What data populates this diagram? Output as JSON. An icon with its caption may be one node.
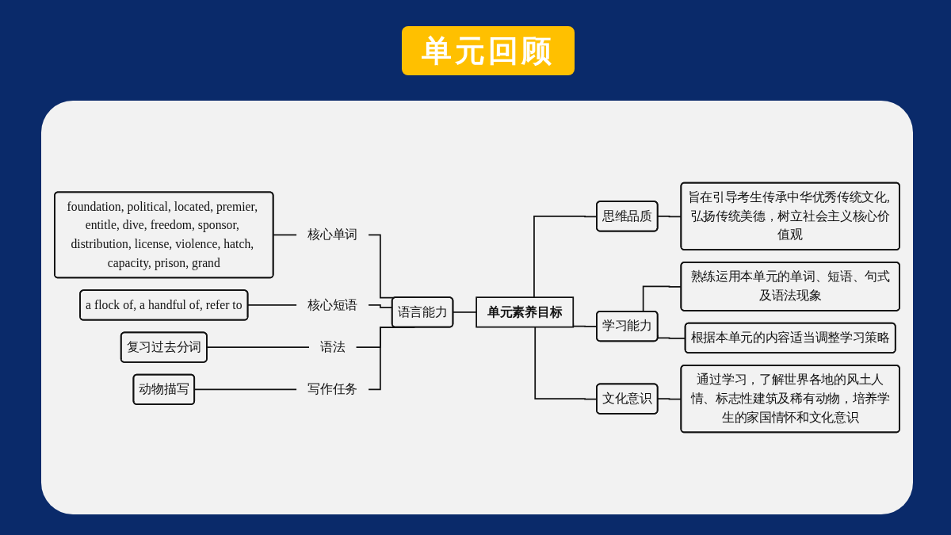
{
  "diagram": {
    "title": "单元回顾",
    "nodes": [
      {
        "text": [
          "单元素养目标"
        ]
      },
      {
        "text": [
          "语言能力"
        ]
      },
      {
        "text": [
          "核心单词"
        ]
      },
      {
        "text": [
          "foundation, political, located, premier, entitle, dive, freedom, sponsor, distribution, license, violence, hatch, capacity, prison, grand"
        ]
      },
      {
        "text": [
          "核心短语"
        ]
      },
      {
        "text": [
          "a flock of, a handful of, refer to"
        ]
      },
      {
        "text": [
          "语法"
        ]
      },
      {
        "text": [
          "复习过去分词"
        ]
      },
      {
        "text": [
          "写作任务"
        ]
      },
      {
        "text": [
          "动物描写"
        ]
      },
      {
        "text": [
          "思维品质"
        ]
      },
      {
        "text": [
          "旨在引导考生传承中华优秀传统文化, 弘扬传统美德，树立社会主义核心价值观"
        ]
      },
      {
        "text": [
          "学习能力"
        ]
      },
      {
        "text": [
          "熟练运用本单元的单词、短语、句式及语法现象"
        ]
      },
      {
        "text": [
          "根据本单元的内容适当调整学习策略"
        ]
      },
      {
        "text": [
          "文化意识"
        ]
      },
      {
        "text": [
          "通过学习，了解世界各地的风土人情、标志性建筑及稀有动物，培养学生的家国情怀和文化意识"
        ]
      }
    ],
    "edges": [
      {
        "from": 1,
        "to": 0,
        "arrow": "none"
      },
      {
        "from": 2,
        "to": 1,
        "arrow": "none"
      },
      {
        "from": 3,
        "to": 2,
        "arrow": "none"
      },
      {
        "from": 4,
        "to": 1,
        "arrow": "none"
      },
      {
        "from": 5,
        "to": 4,
        "arrow": "none"
      },
      {
        "from": 6,
        "to": 1,
        "arrow": "none"
      },
      {
        "from": 7,
        "to": 6,
        "arrow": "none"
      },
      {
        "from": 8,
        "to": 1,
        "arrow": "none"
      },
      {
        "from": 9,
        "to": 8,
        "arrow": "none"
      },
      {
        "from": 0,
        "to": 10,
        "arrow": "none"
      },
      {
        "from": 10,
        "to": 11,
        "arrow": "none"
      },
      {
        "from": 0,
        "to": 12,
        "arrow": "none"
      },
      {
        "from": 12,
        "to": 13,
        "arrow": "none"
      },
      {
        "from": 12,
        "to": 14,
        "arrow": "none"
      },
      {
        "from": 0,
        "to": 15,
        "arrow": "none"
      },
      {
        "from": 15,
        "to": 16,
        "arrow": "none"
      }
    ]
  }
}
